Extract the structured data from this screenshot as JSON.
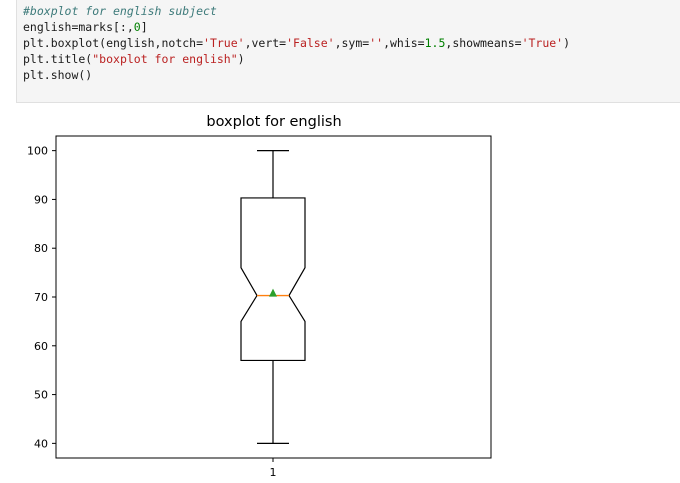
{
  "code_cell": {
    "lines": [
      [
        {
          "t": "#boxplot for english subject",
          "c": "comment"
        }
      ],
      [
        {
          "t": "english=marks[:,",
          "c": ""
        },
        {
          "t": "0",
          "c": "num"
        },
        {
          "t": "]",
          "c": ""
        }
      ],
      [
        {
          "t": "plt.boxplot(english,notch=",
          "c": ""
        },
        {
          "t": "'True'",
          "c": "str"
        },
        {
          "t": ",vert=",
          "c": ""
        },
        {
          "t": "'False'",
          "c": "str"
        },
        {
          "t": ",sym=",
          "c": ""
        },
        {
          "t": "''",
          "c": "str"
        },
        {
          "t": ",whis=",
          "c": ""
        },
        {
          "t": "1.5",
          "c": "num"
        },
        {
          "t": ",showmeans=",
          "c": ""
        },
        {
          "t": "'True'",
          "c": "str"
        },
        {
          "t": ")",
          "c": ""
        }
      ],
      [
        {
          "t": "plt.title(",
          "c": ""
        },
        {
          "t": "\"boxplot for english\"",
          "c": "str"
        },
        {
          "t": ")",
          "c": ""
        }
      ],
      [
        {
          "t": "plt.show()",
          "c": ""
        }
      ]
    ]
  },
  "chart_data": {
    "type": "boxplot",
    "title": "boxplot for english",
    "xlabel": "",
    "ylabel": "",
    "categories": [
      "1"
    ],
    "ylim": [
      37,
      103
    ],
    "yticks": [
      40,
      50,
      60,
      70,
      80,
      90,
      100
    ],
    "notch": true,
    "box": {
      "whisker_low": 40,
      "q1": 57,
      "notch_low": 65,
      "median": 70.3,
      "notch_high": 76,
      "q3": 90.3,
      "whisker_high": 100,
      "mean": 70.9
    },
    "colors": {
      "box": "#000000",
      "median": "#ff7f0e",
      "mean": "#2ca02c"
    },
    "grid": false
  }
}
